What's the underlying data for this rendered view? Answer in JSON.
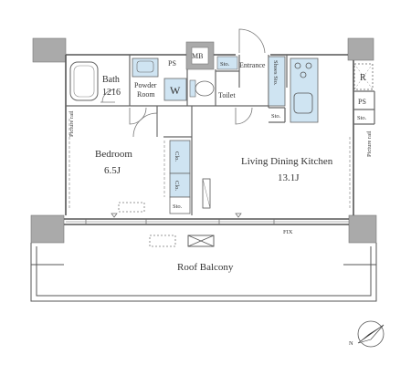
{
  "rooms": {
    "bath": {
      "name": "Bath",
      "size": "1216"
    },
    "powder_room": {
      "line1": "Powder",
      "line2": "Room"
    },
    "washer": "W",
    "ps_top": "PS",
    "mb": "MB",
    "sto_top": "Sto.",
    "entrance": "Entrance",
    "shoes_sto": "Shoes Sto.",
    "toilet": "Toilet",
    "sto_small": "Sto.",
    "refrigerator": "R",
    "ps_right": "PS",
    "sto_right": "Sto.",
    "bedroom": {
      "name": "Bedroom",
      "size": "6.5J"
    },
    "clo_1": "Clo.",
    "clo_2": "Clo.",
    "sto_bedroom": "Sto.",
    "ldk": {
      "name": "Living Dining Kitchen",
      "size": "13.1J"
    },
    "picture_rail_left": "Picture rail",
    "picture_rail_right": "Picture rail",
    "fix": "FIX",
    "roof_balcony": "Roof Balcony"
  },
  "compass": {
    "label": "N",
    "icon": "north-arrow-icon"
  },
  "colors": {
    "wall": "#aaaaaa",
    "wall_dark": "#888888",
    "fixture_fill": "#cfe4f2",
    "line": "#555555"
  }
}
